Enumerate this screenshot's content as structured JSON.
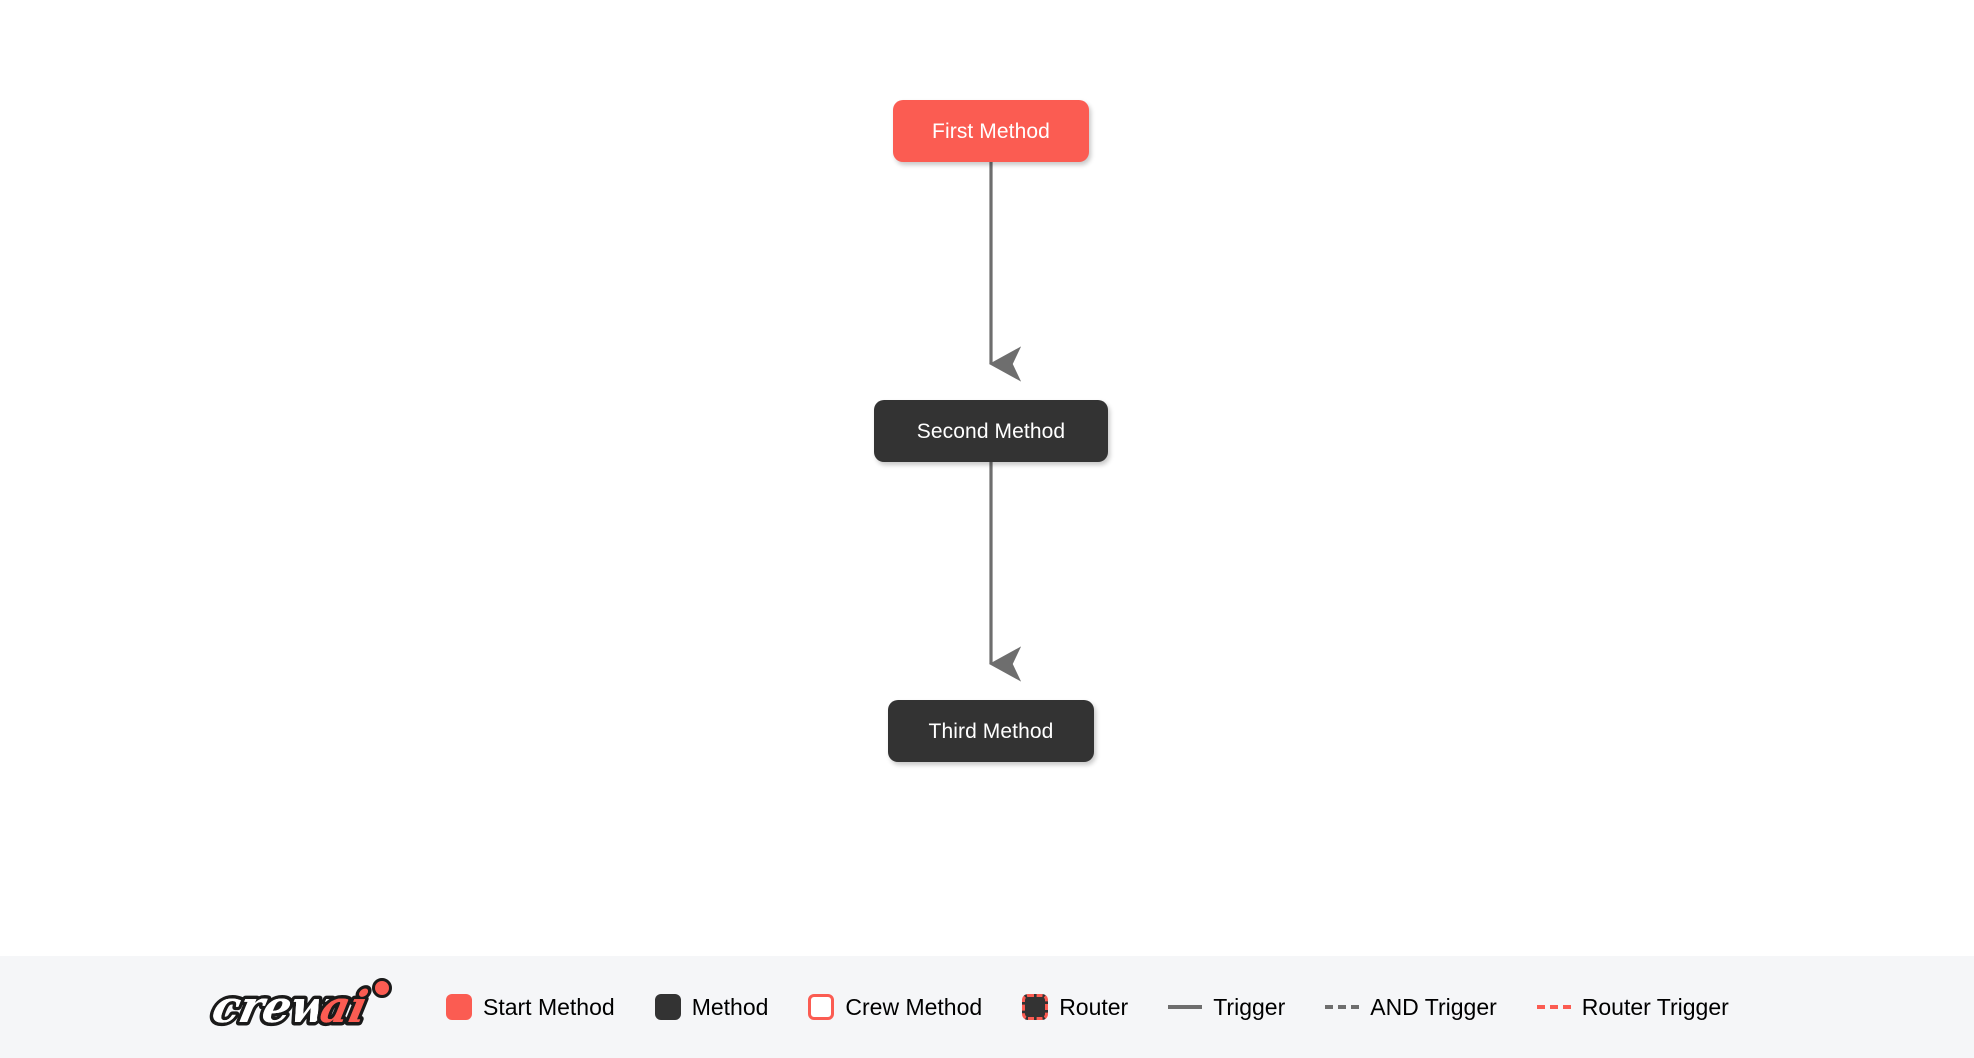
{
  "canvas": {
    "background": "#ffffff",
    "nodes": [
      {
        "id": "first",
        "label": "First Method",
        "type": "start-method",
        "color": "#FB5C52"
      },
      {
        "id": "second",
        "label": "Second Method",
        "type": "method",
        "color": "#333333"
      },
      {
        "id": "third",
        "label": "Third Method",
        "type": "method",
        "color": "#333333"
      }
    ],
    "edges": [
      {
        "from": "first",
        "to": "second",
        "style": "trigger",
        "color": "#6E6E6E"
      },
      {
        "from": "second",
        "to": "third",
        "style": "trigger",
        "color": "#6E6E6E"
      }
    ]
  },
  "legend": {
    "background": "#F5F6F8",
    "logo": {
      "text_primary": "crew",
      "text_accent": "ai",
      "accent_color": "#FB5C52"
    },
    "items": [
      {
        "label": "Start Method",
        "swatch": "filled-red-rounded-square",
        "color": "#FB5C52"
      },
      {
        "label": "Method",
        "swatch": "filled-dark-rounded-square",
        "color": "#333333"
      },
      {
        "label": "Crew Method",
        "swatch": "outlined-red-rounded-square",
        "color": "#FB5C52"
      },
      {
        "label": "Router",
        "swatch": "dashed-red-outline-dark-square",
        "color": "#FB5C52"
      },
      {
        "label": "Trigger",
        "swatch": "solid-line",
        "color": "#6E6E6E"
      },
      {
        "label": "AND Trigger",
        "swatch": "dashed-line",
        "color": "#6E6E6E"
      },
      {
        "label": "Router Trigger",
        "swatch": "dashed-line",
        "color": "#FB5C52"
      }
    ]
  }
}
